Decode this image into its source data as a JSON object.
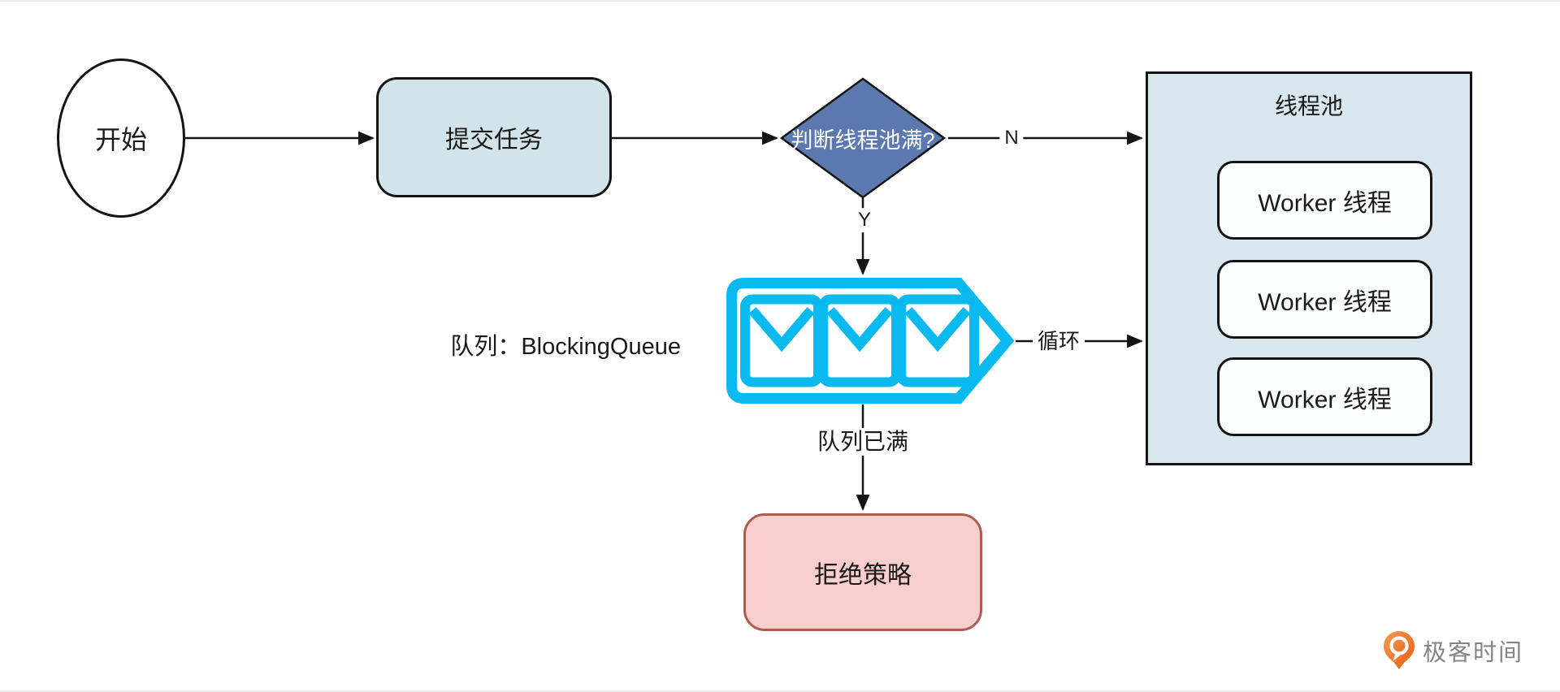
{
  "page": {
    "background": "#ffffff"
  },
  "flowchart": {
    "start": {
      "label": "开始"
    },
    "submit_task": {
      "label": "提交任务",
      "fill": "#d2e3ea"
    },
    "decision": {
      "label": "判断线程池满?",
      "fill": "#5b79ae",
      "text_color": "#ffffff"
    },
    "thread_pool": {
      "title": "线程池",
      "fill": "#d8e7ed",
      "workers": [
        {
          "label": "Worker 线程"
        },
        {
          "label": "Worker 线程"
        },
        {
          "label": "Worker 线程"
        }
      ]
    },
    "queue": {
      "label": "队列：BlockingQueue",
      "accent_color": "#0abaee",
      "envelope_count": 3
    },
    "reject_policy": {
      "label": "拒绝策略",
      "fill": "#f8cfcd",
      "stroke": "#b05a52"
    },
    "edges": {
      "no_label": "N",
      "yes_label": "Y",
      "loop_label": "循环",
      "queue_full_label": "队列已满"
    }
  },
  "branding": {
    "logo_text": "极客时间",
    "logo_color": "#ee7a1f",
    "text_color": "#858585"
  }
}
